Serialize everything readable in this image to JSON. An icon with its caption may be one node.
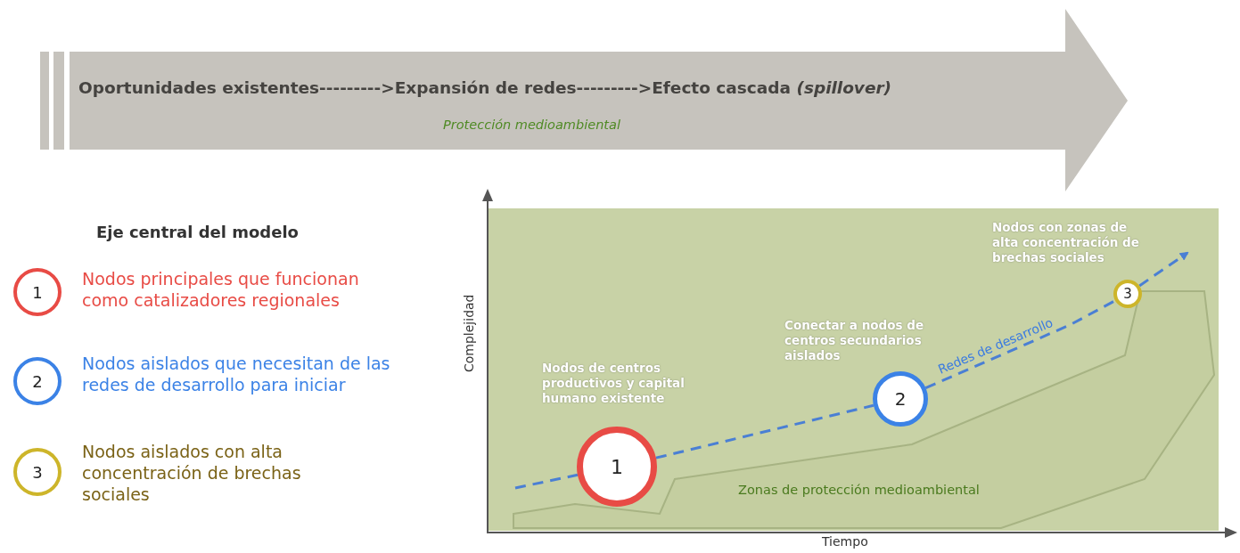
{
  "diagram": {
    "nodes": [
      {
        "text": [
          "Oportunidades existentes--------->Expansión de redes--------->Efecto cascada *(spillover)*",
          "Protección medioambiental"
        ]
      },
      {
        "text": [
          "1"
        ],
        "beside": [
          "Nodos principales que funcionan como catalizadores regionales"
        ]
      },
      {
        "text": [
          "2"
        ],
        "beside": [
          "Nodos aislados que necesitan de las redes de desarrollo para iniciar"
        ]
      },
      {
        "text": [
          "3"
        ],
        "beside": [
          "Nodos aislados con alta concentración de brechas sociales"
        ]
      },
      {
        "text": [
          "Zonas de protección medioambiental"
        ]
      },
      {
        "text": [
          "1"
        ]
      },
      {
        "text": [
          "2"
        ]
      },
      {
        "text": [
          "3"
        ]
      }
    ],
    "edges": [
      {
        "from": null,
        "to": 5,
        "arrow": "none",
        "style": "dashed",
        "color": "#4a7fd4"
      },
      {
        "from": 5,
        "to": 6,
        "arrow": "none",
        "style": "dashed",
        "color": "#4a7fd4"
      },
      {
        "from": 6,
        "to": 7,
        "arrow": "none",
        "style": "dashed",
        "color": "#4a7fd4",
        "label": "Redes de desarrollo"
      },
      {
        "from": 7,
        "to": null,
        "arrow": "to",
        "style": "dashed",
        "color": "#4a7fd4"
      }
    ],
    "labels": [
      "Eje central del modelo",
      "Nodos con zonas de alta concentración de brechas sociales",
      "Conectar a nodos de centros secundarios aislados",
      "Nodos de centros productivos y capital humano existente",
      "Complejidad",
      "Tiempo"
    ]
  }
}
